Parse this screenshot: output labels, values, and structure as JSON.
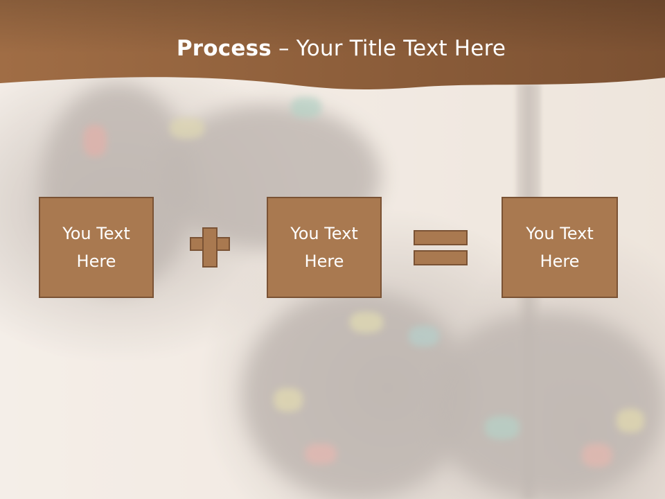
{
  "slide": {
    "title_bold": "Process",
    "title_rest": " – Your Title Text Here"
  },
  "process": {
    "boxes": [
      {
        "label_line1": "You Text",
        "label_line2": "Here"
      },
      {
        "label_line1": "You Text",
        "label_line2": "Here"
      },
      {
        "label_line1": "You Text",
        "label_line2": "Here"
      }
    ],
    "operators": [
      "plus-icon",
      "equals-icon"
    ]
  },
  "colors": {
    "header_brown": "#8b5a36",
    "box_fill": "#a97950",
    "box_border": "#7a5234",
    "text": "#ffffff"
  }
}
